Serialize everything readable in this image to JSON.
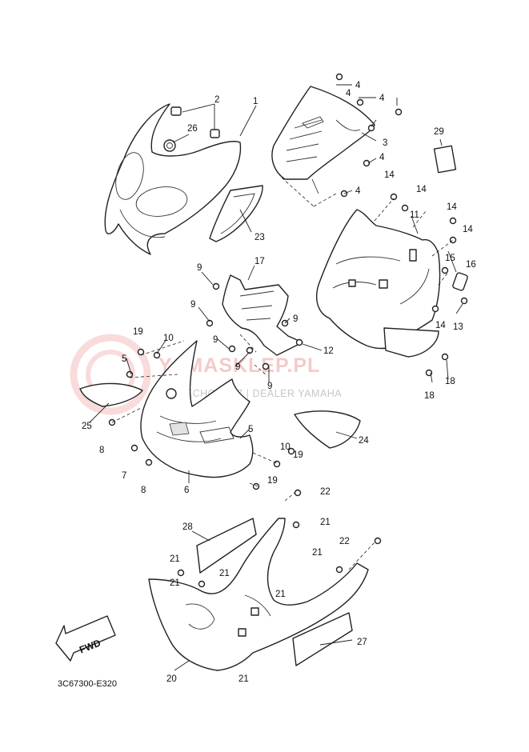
{
  "diagram": {
    "code": "3C67300-E320",
    "fwd_label": "FWD",
    "watermark": {
      "title": "YAMASKLEP.PL",
      "subtitle": "JUCIECHOWICZ | DEALER YAMAHA",
      "color": "#e35d5d"
    },
    "callouts": [
      "1",
      "2",
      "3",
      "4",
      "4",
      "4",
      "4",
      "4",
      "5",
      "5",
      "6",
      "7",
      "8",
      "8",
      "9",
      "9",
      "9",
      "9",
      "9",
      "9",
      "10",
      "10",
      "11",
      "12",
      "13",
      "14",
      "14",
      "14",
      "14",
      "14",
      "15",
      "16",
      "17",
      "18",
      "18",
      "19",
      "19",
      "19",
      "20",
      "21",
      "21",
      "21",
      "21",
      "21",
      "21",
      "21",
      "22",
      "22",
      "23",
      "24",
      "25",
      "26",
      "27",
      "28",
      "29"
    ]
  }
}
